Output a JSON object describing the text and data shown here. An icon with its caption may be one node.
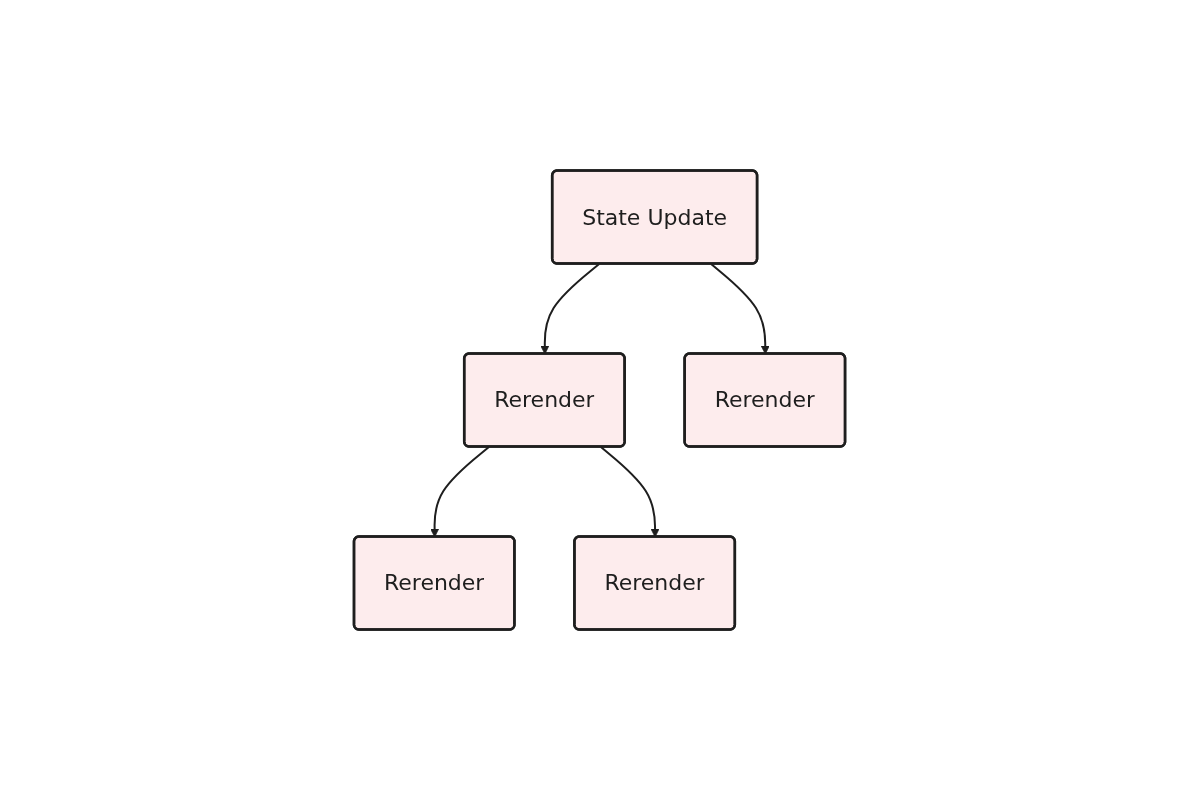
{
  "diagram": {
    "nodes": [
      {
        "text": [
          "State Update"
        ]
      },
      {
        "text": [
          "Rerender"
        ]
      },
      {
        "text": [
          "Rerender"
        ]
      },
      {
        "text": [
          "Rerender"
        ]
      },
      {
        "text": [
          "Rerender"
        ]
      }
    ],
    "edges": [
      {
        "from": 0,
        "to": 1,
        "arrow": "to"
      },
      {
        "from": 0,
        "to": 2,
        "arrow": "to"
      },
      {
        "from": 1,
        "to": 3,
        "arrow": "to"
      },
      {
        "from": 1,
        "to": 4,
        "arrow": "to"
      }
    ]
  }
}
